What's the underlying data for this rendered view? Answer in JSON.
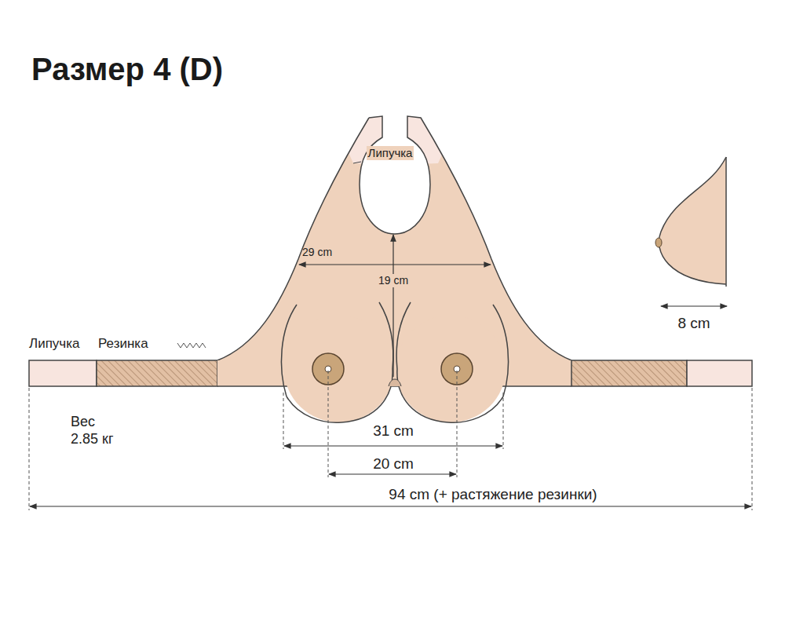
{
  "diagram": {
    "title": "Размер 4 (D)",
    "labels": [
      "Липучка",
      "29 cm",
      "19 cm",
      "8 cm",
      "Липучка",
      "Резинка",
      "Вес 2.85 кг",
      "31 cm",
      "20 cm",
      "94 cm (+ растяжение резинки)"
    ]
  }
}
